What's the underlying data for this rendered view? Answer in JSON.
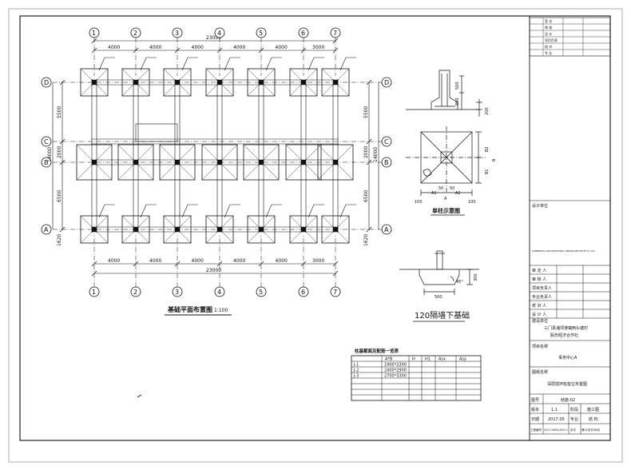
{
  "plan": {
    "axes_numbers": [
      "1",
      "2",
      "3",
      "4",
      "5",
      "6",
      "7"
    ],
    "axes_letters": [
      "D",
      "C",
      "B",
      "A"
    ],
    "spans_x": [
      "4000",
      "4000",
      "4000",
      "4000",
      "4000",
      "3000"
    ],
    "total_x": "23000",
    "spans_y": [
      "5500",
      "2000",
      "6500"
    ],
    "total_y": "14000",
    "edge_top": "1620",
    "edge_bottom": "1620",
    "title": "基础平面布置图",
    "scale": "1:100"
  },
  "column_detail": {
    "title": "单柱示意图",
    "labels": {
      "h500": "500",
      "h800": "800",
      "h200": "200",
      "b1": "B1",
      "b2": "B2",
      "a1": "A1",
      "a2": "A2",
      "w50a": "50",
      "w50b": "50",
      "w100a": "100",
      "w100b": "100",
      "a": "A",
      "b": "B"
    }
  },
  "wall_detail": {
    "title": "120隔墙下基础",
    "labels": {
      "w500": "500",
      "h300": "300",
      "deg": "45°"
    }
  },
  "footing_table": {
    "title": "柱基截面及配筋一览表",
    "headers": [
      "",
      "A*B",
      "H",
      "H1",
      "Asx",
      "Asy"
    ],
    "rows": [
      [
        "J-1",
        "1900*2300",
        "",
        "",
        "",
        ""
      ],
      [
        "J-2",
        "2400*2900",
        "",
        "",
        "",
        ""
      ],
      [
        "J-3",
        "2700*3300",
        "",
        "",
        "",
        ""
      ]
    ]
  },
  "title_block": {
    "top_rows": [
      "签 名",
      "审 核",
      "设 计",
      "项目负责",
      "校 对",
      "专 业"
    ],
    "design_unit_label": "设计单位",
    "design_unit_name": "SANMENXIA ARCHITECTURAL DESIGN INSTITUTE Co.,Ltd.",
    "roles": [
      "审 定 人",
      "审 核 人",
      "项目负责人",
      "专业负责人",
      "校 对 人",
      "设 计 人"
    ],
    "client_label": "建设单位",
    "client_line1": "三门县浦坝港镇两头塘村",
    "client_line2": "股份经济合作社",
    "project_label": "项目名称",
    "project_name": "事务中心A",
    "drawing_label": "图纸名称",
    "drawing_name": "深层搅拌桩桩位布置图",
    "code_label": "图号",
    "code_value": "结施-02",
    "version_label": "版本",
    "version_value": "1.1",
    "stage_label": "阶段",
    "stage_value": "施工图",
    "date_label": "日期",
    "date_value": "2017.05",
    "discipline_label": "专业",
    "discipline_value": "结 构",
    "project_no_label": "工程编号",
    "project_no_value": "2017-SMSJ-029-1",
    "page_label": "页次",
    "page_value": "第02页共08页"
  }
}
